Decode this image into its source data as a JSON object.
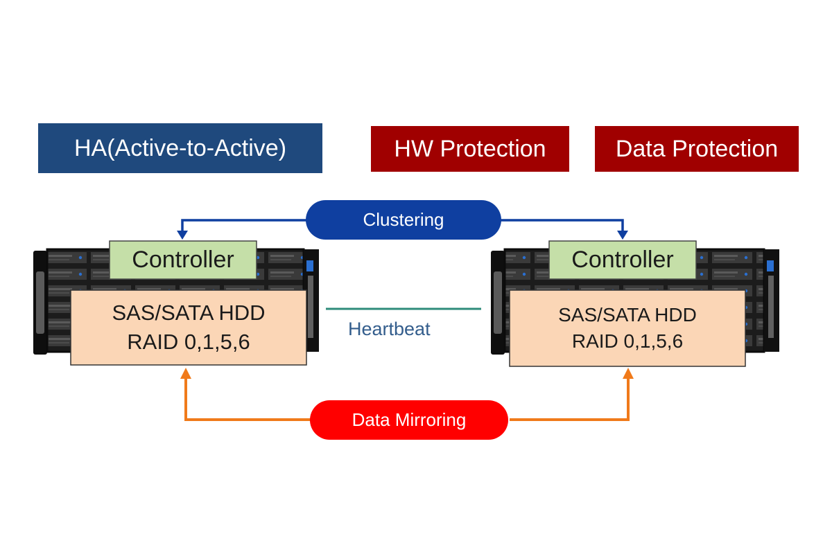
{
  "labels": {
    "ha": "HA(Active-to-Active)",
    "hw_protection": "HW  Protection",
    "data_protection": "Data Protection"
  },
  "connections": {
    "clustering": "Clustering",
    "heartbeat": "Heartbeat",
    "data_mirroring": "Data Mirroring"
  },
  "servers": [
    {
      "controller": "Controller",
      "storage_line1": "SAS/SATA HDD",
      "storage_line2": "RAID 0,1,5,6"
    },
    {
      "controller": "Controller",
      "storage_line1": "SAS/SATA HDD",
      "storage_line2": "RAID 0,1,5,6"
    }
  ],
  "colors": {
    "ha_label": "#1f497d",
    "protection_label": "#a00000",
    "clustering": "#0f3fa0",
    "heartbeat": "#2e8b7a",
    "mirroring_line": "#f07a1a",
    "mirroring_pill": "#ff0000",
    "controller_fill": "#c5dfa8",
    "storage_fill": "#fbd6b6"
  }
}
